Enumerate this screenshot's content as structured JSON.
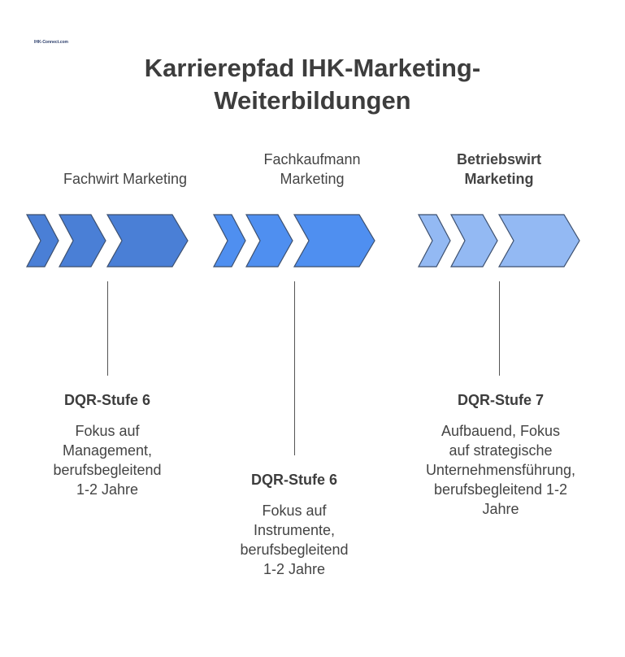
{
  "logo": {
    "text": "IHK-Connect.com",
    "icon": "logo-icon"
  },
  "title": {
    "line1": "Karrierepfad IHK-Marketing-",
    "line2": "Weiterbildungen"
  },
  "colors": {
    "stage1": "#4a7fd6",
    "stage2": "#4f8ff0",
    "stage3": "#93b9f3",
    "outline": "#3c4f6e",
    "line": "#555555"
  },
  "stages": [
    {
      "label": "Fachwirt Marketing",
      "level": "DQR-Stufe 6",
      "description": "Fokus auf\nManagement,\nberufsbegleitend\n1-2 Jahre"
    },
    {
      "label": "Fachkaufmann\nMarketing",
      "level": "DQR-Stufe 6",
      "description": "Fokus auf\nInstrumente,\nberufsbegleitend\n1-2 Jahre"
    },
    {
      "label": "Betriebswirt\nMarketing",
      "level": "DQR-Stufe 7",
      "description": "Aufbauend, Fokus\nauf strategische\nUnternehmensführung,\nberufsbegleitend 1-2\nJahre"
    }
  ]
}
